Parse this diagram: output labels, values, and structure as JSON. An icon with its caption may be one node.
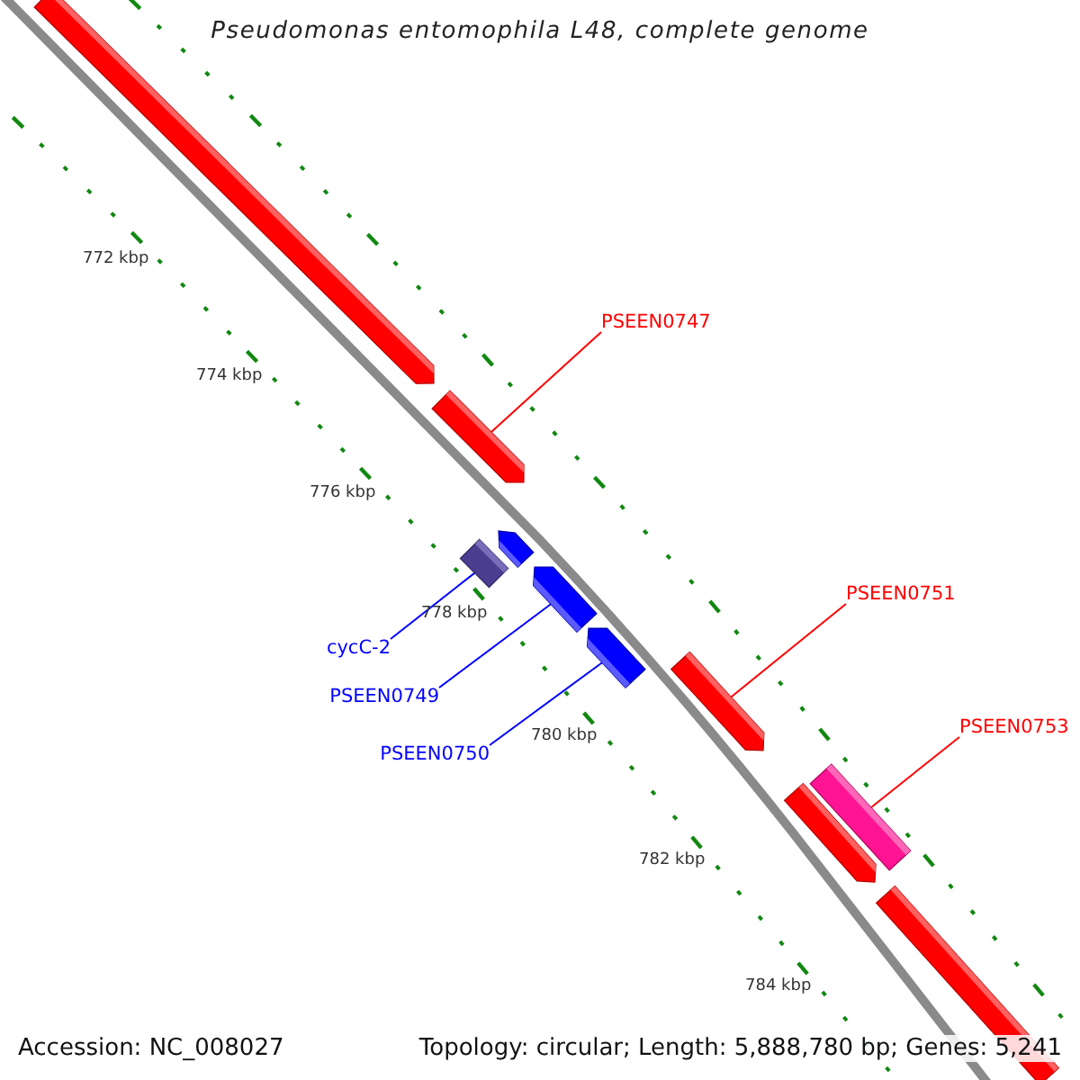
{
  "diagram": {
    "title": "Pseudomonas entomophila L48, complete genome",
    "nodes": [
      {
        "text": [],
        "shape": "arrow"
      },
      {
        "text": [],
        "shape": "arrow"
      },
      {
        "text": [],
        "shape": "box"
      },
      {
        "text": [],
        "shape": "arrow"
      },
      {
        "text": [],
        "shape": "arrow"
      },
      {
        "text": [],
        "shape": "arrow"
      },
      {
        "text": [],
        "shape": "arrow"
      },
      {
        "text": [],
        "shape": "box"
      },
      {
        "text": [],
        "shape": "arrow"
      },
      {
        "text": [],
        "shape": "bar"
      },
      {
        "text": [
          "PSEEN0747"
        ]
      },
      {
        "text": [
          "PSEEN0751"
        ]
      },
      {
        "text": [
          "PSEEN0753"
        ]
      },
      {
        "text": [
          "cycC-2"
        ]
      },
      {
        "text": [
          "PSEEN0749"
        ]
      },
      {
        "text": [
          "PSEEN0750"
        ]
      }
    ],
    "edges": [
      {
        "from": 10,
        "to": 1,
        "arrow": "none",
        "color": "#ff0000"
      },
      {
        "from": 11,
        "to": 6,
        "arrow": "none",
        "color": "#ff0000"
      },
      {
        "from": 12,
        "to": 7,
        "arrow": "none",
        "color": "#ff0000"
      },
      {
        "from": 13,
        "to": 2,
        "arrow": "none",
        "color": "#0000ff"
      },
      {
        "from": 14,
        "to": 4,
        "arrow": "none",
        "color": "#0000ff"
      },
      {
        "from": 15,
        "to": 5,
        "arrow": "none",
        "color": "#0000ff"
      }
    ],
    "labels": [
      "772 kbp",
      "774 kbp",
      "776 kbp",
      "778 kbp",
      "780 kbp",
      "782 kbp",
      "784 kbp",
      "Accession: NC_008027",
      "Topology: circular; Length: 5,888,780 bp; Genes: 5,241"
    ]
  }
}
